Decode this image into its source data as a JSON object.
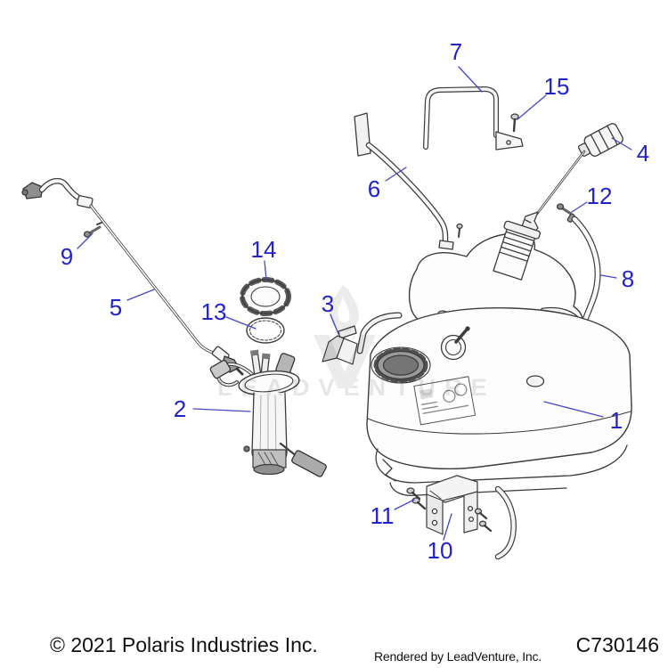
{
  "callouts": {
    "c1": "1",
    "c2": "2",
    "c3": "3",
    "c4": "4",
    "c5": "5",
    "c6": "6",
    "c7": "7",
    "c8": "8",
    "c9": "9",
    "c10": "10",
    "c11": "11",
    "c12": "12",
    "c13": "13",
    "c14": "14",
    "c15": "15"
  },
  "footer": {
    "copyright": "© 2021 Polaris Industries Inc.",
    "rendered_by": "Rendered by LeadVenture, Inc.",
    "part_code": "C730146"
  },
  "watermark": {
    "text": "LEADVENTURE"
  },
  "colors": {
    "callout_blue": "#2222cc",
    "leader_blue": "#4646cc",
    "line_dark": "#3c3c3c",
    "watermark_gray": "#e7e7e7"
  }
}
